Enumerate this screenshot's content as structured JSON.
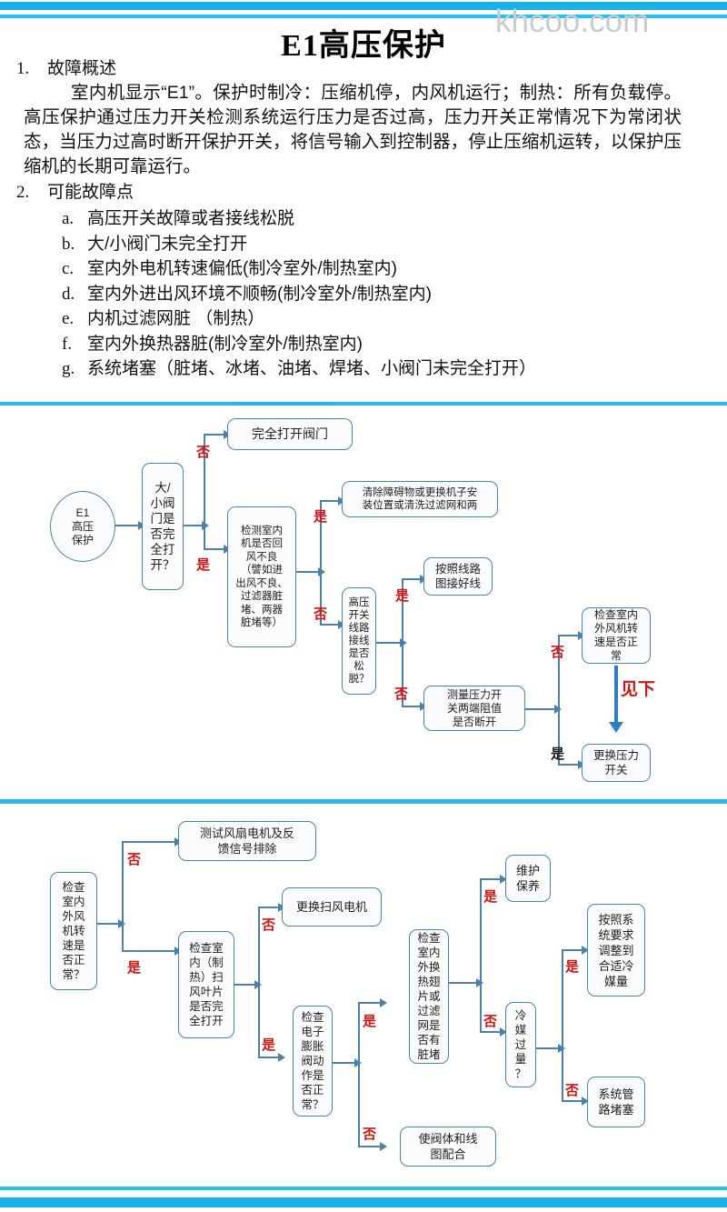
{
  "watermark": "khcoo.com",
  "header": {
    "title": "E1高压保护",
    "section1": {
      "marker": "1.",
      "label": "故障概述"
    },
    "overview": "室内机显示“E1”。保护时制冷：压缩机停，内风机运行；制热：所有负载停。高压保护通过压力开关检测系统运行压力是否过高，压力开关正常情况下为常闭状态，当压力过高时断开保护开关，将信号输入到控制器，停止压缩机运转，以保护压缩机的长期可靠运行。",
    "section2": {
      "marker": "2.",
      "label": "可能故障点"
    },
    "causes": [
      {
        "marker": "a.",
        "text": "高压开关故障或者接线松脱"
      },
      {
        "marker": "b.",
        "text": "大/小阀门未完全打开"
      },
      {
        "marker": "c.",
        "text": "室内外电机转速偏低(制冷室外/制热室内)"
      },
      {
        "marker": "d.",
        "text": "室内外进出风环境不顺畅(制冷室外/制热室内)"
      },
      {
        "marker": "e.",
        "text": "内机过滤网脏 （制热）"
      },
      {
        "marker": "f.",
        "text": "室内外换热器脏(制冷室外/制热室内)"
      },
      {
        "marker": "g.",
        "text": "系统堵塞（脏堵、冰堵、油堵、焊堵、小阀门未完全打开）"
      }
    ]
  },
  "colors": {
    "accent_bar": "#17b0e8",
    "accent_bar_thin": "#27c0f0",
    "rule": "#2cb8e6",
    "node_border": "#4f81a8",
    "label_yes_no": "#d01414",
    "watermark": "#c9cccd"
  },
  "flowchart1": {
    "nodes": {
      "start": "E1\n高压\n保护",
      "valve_q": "大/\n小阀\n门是\n否完\n全打\n开？",
      "open_valve": "完全打开阀门",
      "return_air_q": "检测室内\n机是否回\n风不良\n（譬如进\n出风不良、\n过滤器脏\n堵、两器\n脏堵等）",
      "clear_obstruction": "清除障碍物或更换机子安\n装位置或清洗过滤网和两",
      "wiring_q": "高压\n开关\n线路\n接线\n是否\n松脱？",
      "wire_per_diagram": "按照线路\n图接好线",
      "measure_q": "测量压力开\n关两端阻值\n是否断开",
      "check_fan_speed": "检查室内\n外风机转\n速是否正\n常",
      "replace_switch": "更换压力\n开关"
    },
    "edge_labels": {
      "valve_no": "否",
      "valve_yes": "是",
      "return_air_yes": "是",
      "return_air_no": "否",
      "wiring_yes": "是",
      "wiring_no": "否",
      "measure_no": "否",
      "measure_yes": "是",
      "see_below": "见下"
    }
  },
  "flowchart2": {
    "nodes": {
      "fan_speed_q": "检查\n室内\n外风\n机转\n速是\n否正\n常？",
      "test_fan_motor": "测试风扇电机及反\n馈信号排除",
      "swing_blade_q": "检查室\n内（制\n热）扫\n风叶片\n是否完\n全打开",
      "replace_swing_motor": "更换扫风电机",
      "eev_q": "检查\n电子\n膨胀\n阀动\n作是\n否正\n常？",
      "valve_body_coil": "使阀体和线\n图配合",
      "heat_exchanger_q": "检查\n室内\n外换\n热翅\n片或\n过滤\n网是\n否有\n脏堵",
      "maintenance": "维护\n保养",
      "refrigerant_q": "冷\n媒\n过\n量\n？",
      "adjust_refrigerant": "按照系\n统要求\n调整到\n合适冷\n媒量",
      "system_blocked": "系统管\n路堵塞"
    },
    "edge_labels": {
      "fan_no": "否",
      "fan_yes": "是",
      "swing_no": "否",
      "swing_yes": "是",
      "eev_yes": "是",
      "eev_no": "否",
      "hx_yes": "是",
      "hx_no": "否",
      "refrig_yes": "是",
      "refrig_no": "否"
    }
  }
}
